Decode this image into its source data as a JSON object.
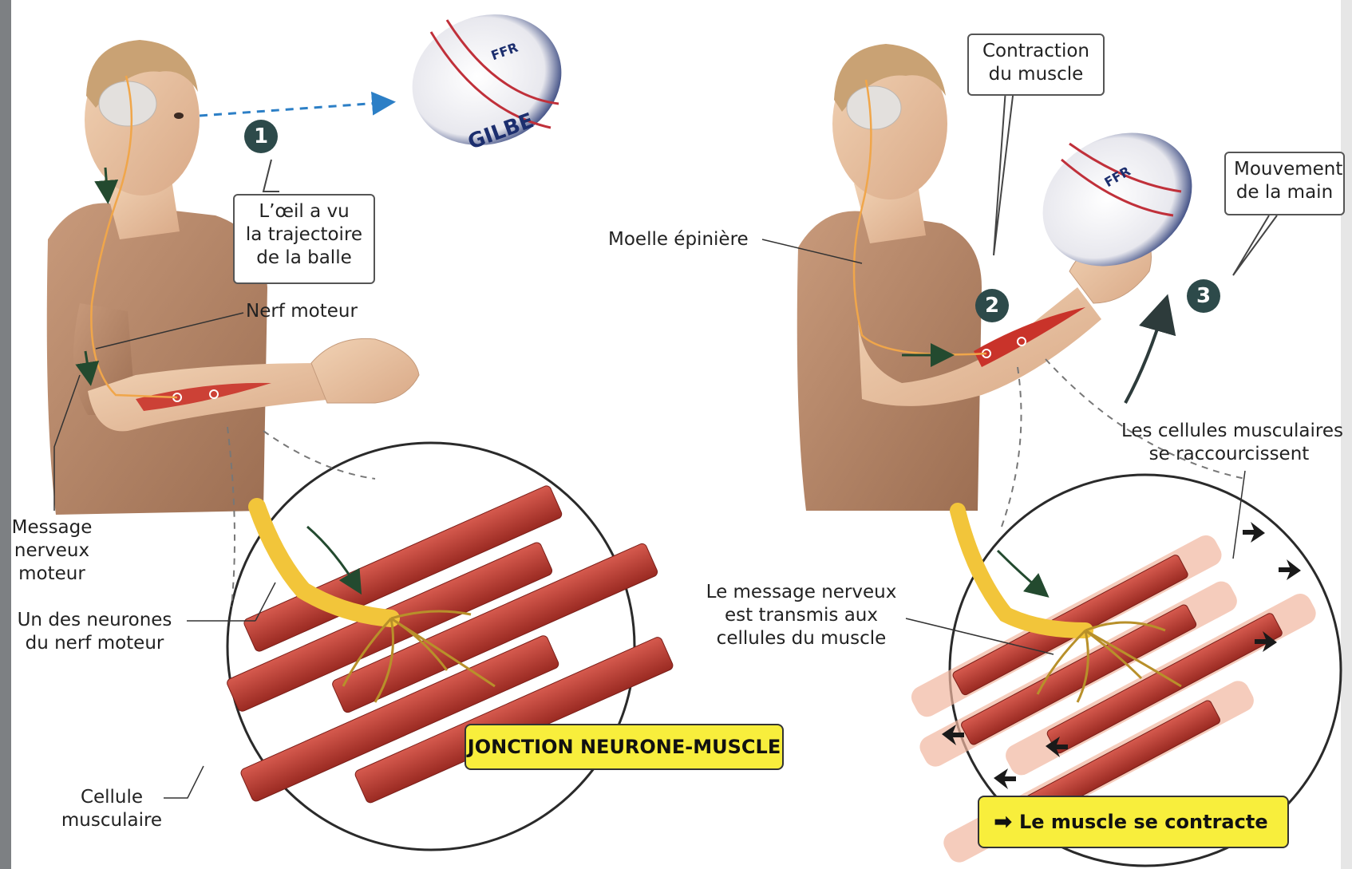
{
  "left": {
    "step1": "1",
    "eye_label": [
      "L’œil a vu",
      "la trajectoire",
      "de la balle"
    ],
    "nerf_moteur": "Nerf moteur",
    "message_nerveux": [
      "Message",
      "nerveux",
      "moteur"
    ],
    "neurone_label": [
      "Un des neurones",
      "du nerf moteur"
    ],
    "cellule_label": [
      "Cellule",
      "musculaire"
    ],
    "jonction": "JONCTION NEURONE-MUSCLE",
    "ball_logo": "FFR",
    "ball_brand": "GILBE"
  },
  "right": {
    "contraction": [
      "Contraction",
      "du muscle"
    ],
    "mouvement": [
      "Mouvement",
      "de la main"
    ],
    "moelle": "Moelle épinière",
    "step2": "2",
    "step3": "3",
    "cellules_raccourcissent": [
      "Les cellules musculaires",
      "se raccourcissent"
    ],
    "message_transmis": [
      "Le message nerveux",
      "est transmis aux",
      "cellules du muscle"
    ],
    "contracte": "Le muscle se contracte",
    "ball_logo": "FFR"
  },
  "colors": {
    "skin": "#e8c2a0",
    "shirt": "#b48466",
    "muscle": "#b8352c",
    "nerve": "#f2c53a",
    "badge": "#2d4a4a",
    "yellow_box": "#f8ee3c",
    "ball_navy": "#1c2e6e"
  }
}
